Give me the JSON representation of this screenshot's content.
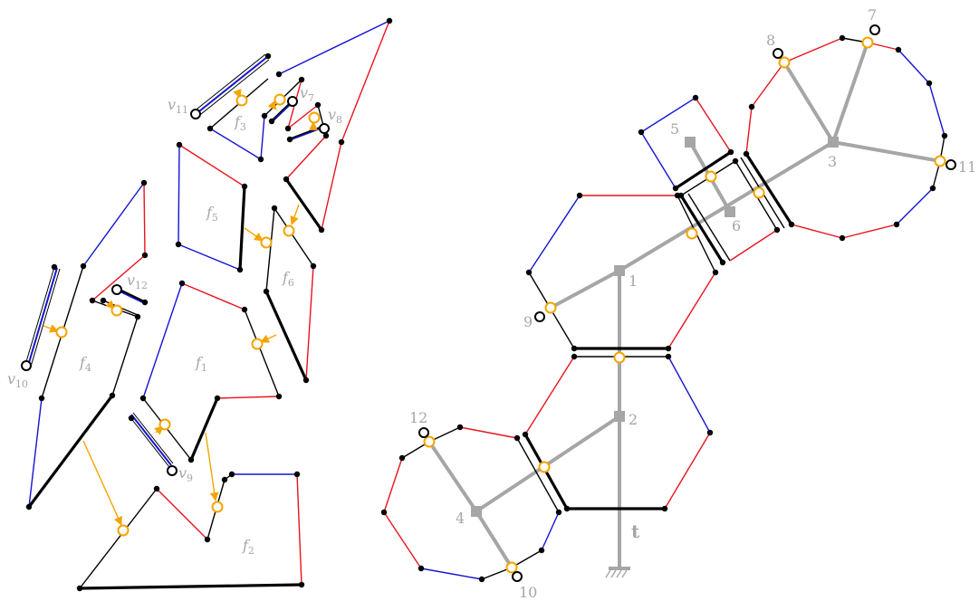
{
  "colors": {
    "black": "#000000",
    "red": "#e8141e",
    "blue": "#1414d2",
    "orange": "#f5a400",
    "gray": "#a6a6a6"
  },
  "left_diagram": {
    "face_labels": {
      "f1": "f",
      "f1_sub": "1",
      "f2": "f",
      "f2_sub": "2",
      "f3": "f",
      "f3_sub": "3",
      "f4": "f",
      "f4_sub": "4",
      "f5": "f",
      "f5_sub": "5",
      "f6": "f",
      "f6_sub": "6"
    },
    "vertex_labels": {
      "v7": "v",
      "v7_sub": "7",
      "v8": "v",
      "v8_sub": "8",
      "v9": "v",
      "v9_sub": "9",
      "v10": "v",
      "v10_sub": "10",
      "v11": "v",
      "v11_sub": "11",
      "v12": "v",
      "v12_sub": "12"
    }
  },
  "right_diagram": {
    "node_labels": {
      "n1": "1",
      "n2": "2",
      "n3": "3",
      "n4": "4",
      "n5": "5",
      "n6": "6",
      "n7": "7",
      "n8": "8",
      "n9": "9",
      "n10": "10",
      "n11": "11",
      "n12": "12"
    },
    "root_label": "t"
  }
}
